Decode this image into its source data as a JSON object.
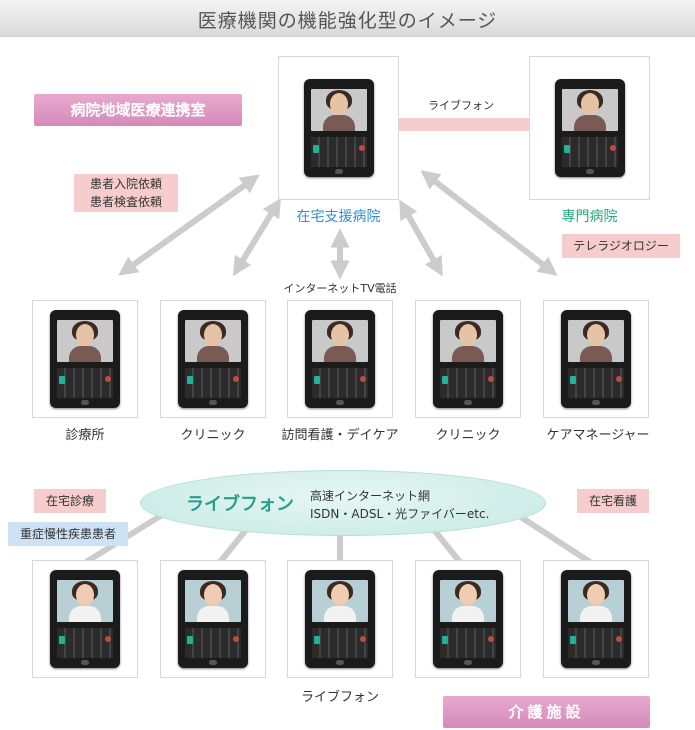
{
  "header": {
    "title": "医療機関の機能強化型のイメージ"
  },
  "top": {
    "banner_left": "病院地域医療連携室",
    "phone_link": "ライブフォン",
    "hub_label": "在宅支援病院",
    "specialist_label": "専門病院",
    "tag_request_line1": "患者入院依頼",
    "tag_request_line2": "患者検査依頼",
    "tag_teleradiology": "テレラジオロジー",
    "tv_phone": "インターネットTV電話"
  },
  "middle": {
    "labels": [
      "診療所",
      "クリニック",
      "訪問看護・デイケア",
      "クリニック",
      "ケアマネージャー"
    ]
  },
  "cloud": {
    "title": "ライブフォン",
    "line1": "高速インターネット網",
    "line2": "ISDN・ADSL・光ファイバーetc."
  },
  "bottom": {
    "tag_home_care": "在宅診療",
    "tag_chronic": "重症慢性疾患患者",
    "tag_home_nursing": "在宅看護",
    "phone_label": "ライブフォン",
    "banner_care": "介護施設"
  },
  "colors": {
    "hub_text": "#2f8fd6",
    "specialist_text": "#27a878",
    "cloud_title": "#2a9d8f",
    "pink_banner": "#d48ab9",
    "pink_tag": "#f6cccc",
    "blue_tag": "#cde3f5",
    "cloud_fill": "#cfeee9",
    "arrow": "#cccccc"
  }
}
